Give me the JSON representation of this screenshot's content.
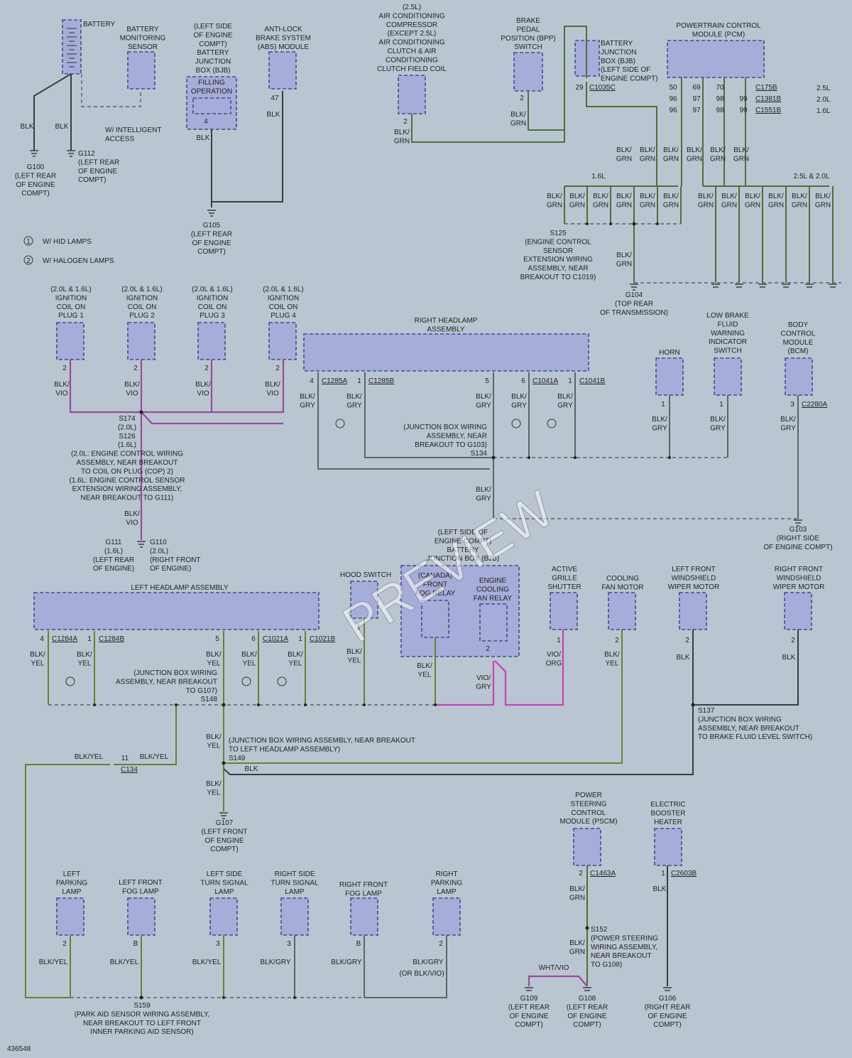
{
  "watermark": "PREVIEW",
  "diagram_id": "436548",
  "legend": [
    {
      "num": "1",
      "text": "W/ HID LAMPS"
    },
    {
      "num": "2",
      "text": "W/ HALOGEN LAMPS"
    }
  ],
  "components": {
    "battery": "BATTERY",
    "bms": [
      "BATTERY",
      "MONITORING",
      "SENSOR"
    ],
    "bjb_top": [
      "(LEFT SIDE",
      "OF ENGINE",
      "COMPT)",
      "BATTERY",
      "JUNCTION",
      "BOX (BJB)"
    ],
    "filling": [
      "FILLING",
      "OPERATION"
    ],
    "abs": [
      "ANTI-LOCK",
      "BRAKE SYSTEM",
      "(ABS) MODULE"
    ],
    "ac": [
      "(2.5L)",
      "AIR CONDITIONING",
      "COMPRESSOR",
      "(EXCEPT 2.5L)",
      "AIR CONDITIONING",
      "CLUTCH & AIR",
      "CONDITIONING",
      "CLUTCH FIELD COIL"
    ],
    "bpp": [
      "BRAKE",
      "PEDAL",
      "POSITION (BPP)",
      "SWITCH"
    ],
    "bjb_right": [
      "BATTERY",
      "JUNCTION",
      "BOX (BJB)",
      "(LEFT SIDE OF",
      "ENGINE COMPT)"
    ],
    "pcm": [
      "POWERTRAIN CONTROL",
      "MODULE (PCM)"
    ],
    "coil1": [
      "(2.0L & 1.6L)",
      "IGNITION",
      "COIL ON",
      "PLUG 1"
    ],
    "coil2": [
      "(2.0L & 1.6L)",
      "IGNITION",
      "COIL ON",
      "PLUG 2"
    ],
    "coil3": [
      "(2.0L & 1.6L)",
      "IGNITION",
      "COIL ON",
      "PLUG 3"
    ],
    "coil4": [
      "(2.0L & 1.6L)",
      "IGNITION",
      "COIL ON",
      "PLUG 4"
    ],
    "rh_headlamp": [
      "RIGHT HEADLAMP",
      "ASSEMBLY"
    ],
    "horn": "HORN",
    "low_brake": [
      "LOW BRAKE",
      "FLUID",
      "WARNING",
      "INDICATOR",
      "SWITCH"
    ],
    "bcm": [
      "BODY",
      "CONTROL",
      "MODULE",
      "(BCM)"
    ],
    "lh_headlamp": "LEFT HEADLAMP ASSEMBLY",
    "hood_switch": [
      "HOOD SWITCH"
    ],
    "bjb_mid": [
      "(LEFT SIDE OF",
      "ENGINE COMPT)",
      "BATTERY",
      "JUNCTION BOX (BJB)"
    ],
    "fog_relay": [
      "(CANADA)",
      "FRONT",
      "FOG RELAY"
    ],
    "ecf_relay": [
      "ENGINE",
      "COOLING",
      "FAN RELAY"
    ],
    "grille": [
      "ACTIVE",
      "GRILLE",
      "SHUTTER"
    ],
    "fan": [
      "COOLING",
      "FAN MOTOR"
    ],
    "lf_wiper": [
      "LEFT FRONT",
      "WINDSHIELD",
      "WIPER MOTOR"
    ],
    "rf_wiper": [
      "RIGHT FRONT",
      "WINDSHIELD",
      "WIPER MOTOR"
    ],
    "pscm": [
      "POWER",
      "STEERING",
      "CONTROL",
      "MODULE (PSCM)"
    ],
    "booster": [
      "ELECTRIC",
      "BOOSTER",
      "HEATER"
    ],
    "lpark": [
      "LEFT",
      "PARKING",
      "LAMP"
    ],
    "lfog": [
      "LEFT FRONT",
      "FOG LAMP"
    ],
    "lturn": [
      "LEFT SIDE",
      "TURN SIGNAL",
      "LAMP"
    ],
    "rturn": [
      "RIGHT SIDE",
      "TURN SIGNAL",
      "LAMP"
    ],
    "rfog": [
      "RIGHT FRONT",
      "FOG LAMP"
    ],
    "rpark": [
      "RIGHT",
      "PARKING",
      "LAMP"
    ]
  },
  "grounds": {
    "g100": [
      "G100",
      "(LEFT REAR",
      "OF ENGINE",
      "COMPT)"
    ],
    "g112": [
      "G112",
      "(LEFT REAR",
      "OF ENGINE",
      "COMPT)"
    ],
    "g105": [
      "G105",
      "(LEFT REAR",
      "OF ENGINE",
      "COMPT)"
    ],
    "g104": [
      "G104",
      "(TOP REAR",
      "OF TRANSMISSION)"
    ],
    "g111": [
      "G111",
      "(1.6L)",
      "(LEFT REAR",
      "OF ENGINE)"
    ],
    "g110": [
      "G110",
      "(2.0L)",
      "(RIGHT FRONT",
      "OF ENGINE)"
    ],
    "g103": [
      "G103",
      "(RIGHT SIDE",
      "OF ENGINE COMPT)"
    ],
    "g107": [
      "G107",
      "(LEFT FRONT",
      "OF ENGINE",
      "COMPT)"
    ],
    "g109": [
      "G109",
      "(LEFT REAR",
      "OF ENGINE",
      "COMPT)"
    ],
    "g108": [
      "G108",
      "(LEFT REAR",
      "OF ENGINE",
      "COMPT)"
    ],
    "g106": [
      "G106",
      "(RIGHT REAR",
      "OF ENGINE",
      "COMPT)"
    ]
  },
  "splices": {
    "s125": [
      "S125",
      "(ENGINE CONTROL",
      "SENSOR",
      "EXTENSION WIRING",
      "ASSEMBLY, NEAR",
      "BREAKOUT TO C1019)"
    ],
    "s174": [
      "S174",
      "(2.0L)",
      "S126",
      "(1.6L)",
      "(2.0L: ENGINE CONTROL WIRING",
      "ASSEMBLY, NEAR BREAKOUT",
      "TO COIL ON PLUG (COP) 2)",
      "(1.6L: ENGINE CONTROL SENSOR",
      "EXTENSION WIRING ASSEMBLY,",
      "NEAR BREAKOUT TO G111)"
    ],
    "s134": [
      "(JUNCTION BOX WIRING",
      "ASSEMBLY, NEAR",
      "BREAKOUT TO G103)",
      "S134"
    ],
    "s148": [
      "(JUNCTION BOX WIRING",
      "ASSEMBLY, NEAR BREAKOUT",
      "TO G107)",
      "S148"
    ],
    "s149": [
      "(JUNCTION BOX WIRING ASSEMBLY, NEAR BREAKOUT",
      "TO LEFT HEADLAMP ASSEMBLY)",
      "S149"
    ],
    "s137": [
      "S137",
      "(JUNCTION BOX WIRING",
      "ASSEMBLY, NEAR BREAKOUT",
      "TO BRAKE FLUID LEVEL SWITCH)"
    ],
    "s152": [
      "S152",
      "(POWER STEERING",
      "WIRING ASSEMBLY,",
      "NEAR BREAKOUT",
      "TO G108)"
    ],
    "s159": [
      "S159",
      "(PARK AID SENSOR WIRING ASSEMBLY,",
      "NEAR BREAKOUT TO LEFT FRONT",
      "INNER PARKING AID SENSOR)"
    ]
  },
  "connectors": {
    "c1035c": "C1035C",
    "c175b": "C175B",
    "c1381b": "C1381B",
    "c1551b": "C1551B",
    "c1285a": "C1285A",
    "c1285b": "C1285B",
    "c1041a": "C1041A",
    "c1041b": "C1041B",
    "c2280a": "C2280A",
    "c1284a": "C1284A",
    "c1284b": "C1284B",
    "c1021a": "C1021A",
    "c1021b": "C1021B",
    "c134": "C134",
    "c1463a": "C1463A",
    "c2603b": "C2603B"
  },
  "engine_labels": {
    "l25": "2.5L",
    "l20": "2.0L",
    "l16": "1.6L",
    "l16b": "1.6L",
    "l2520": "2.5L & 2.0L"
  },
  "pcm_pins": [
    [
      "50",
      "69",
      "70",
      ""
    ],
    [
      "96",
      "97",
      "98",
      "99"
    ],
    [
      "96",
      "97",
      "98",
      "99"
    ]
  ],
  "wires": {
    "blk": "BLK",
    "blk_grn": [
      "BLK/",
      "GRN"
    ],
    "blk_vio": [
      "BLK/",
      "VIO"
    ],
    "blk_gry": [
      "BLK/",
      "GRY"
    ],
    "blk_yel": [
      "BLK/",
      "YEL"
    ],
    "blk_yel_inline": "BLK/YEL",
    "blk_gry_inline": "BLK/GRY",
    "vio_gry": [
      "VIO/",
      "GRY"
    ],
    "vio_org": [
      "VIO/",
      "ORG"
    ],
    "wht_vio": "WHT/VIO",
    "or_blk_vio": "(OR BLK/VIO)",
    "intelligent": [
      "W/ INTELLIGENT",
      "ACCESS"
    ]
  },
  "pins": {
    "p2": "2",
    "p4": "4",
    "p47": "47",
    "p29": "29",
    "p5": "5",
    "p6": "6",
    "p1": "1",
    "p3": "3",
    "pB": "B",
    "p11": "11"
  },
  "colors": {
    "background": "#b9c6d1",
    "component_fill": "#a7add9",
    "component_border": "#3d4f95",
    "wire_black_green": "#4f6e3b",
    "wire_black_violet": "#9a4a9f",
    "wire_violet_magenta": "#cc3fb7",
    "wire_black_yellow": "#6f7e2c",
    "wire_black_grey": "#5d6468"
  }
}
